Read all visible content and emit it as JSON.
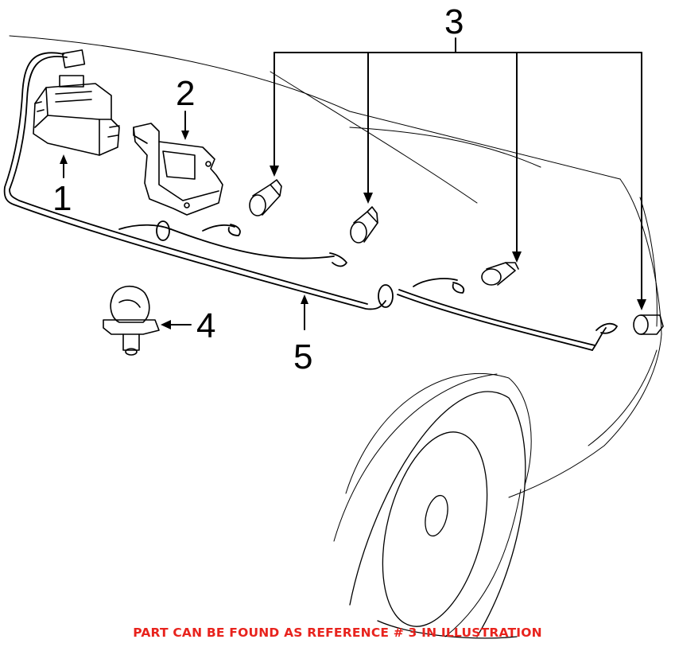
{
  "callouts": {
    "ref1": "1",
    "ref2": "2",
    "ref3": "3",
    "ref4": "4",
    "ref5": "5"
  },
  "caption": {
    "text": "PART CAN BE FOUND AS REFERENCE # 3 IN ILLUSTRATION",
    "color": "#e8231d"
  },
  "line_color": "#000000"
}
